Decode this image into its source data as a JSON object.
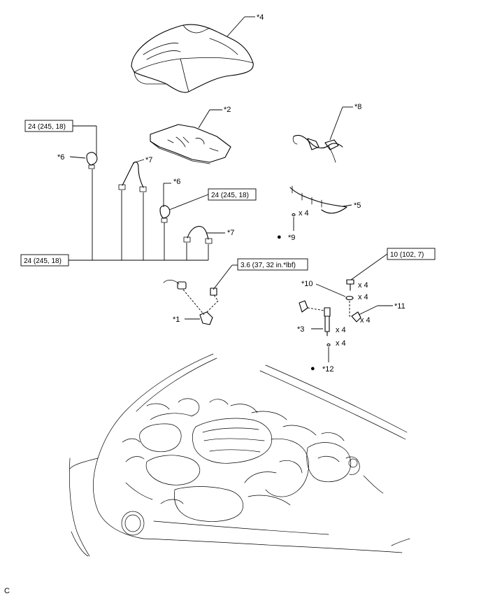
{
  "callouts": {
    "c1": "*1",
    "c2": "*2",
    "c3": "*3",
    "c4": "*4",
    "c5": "*5",
    "c6a": "*6",
    "c6b": "*6",
    "c7a": "*7",
    "c7b": "*7",
    "c8": "*8",
    "c9": "*9",
    "c10": "*10",
    "c11": "*11",
    "c12": "*12"
  },
  "torque": {
    "t1": "24 (245, 18)",
    "t2": "24 (245, 18)",
    "t3": "24 (245, 18)",
    "t4": "3.6 (37, 32 in.*lbf)",
    "t5": "10 (102, 7)"
  },
  "quantities": {
    "q5": "x 4",
    "q10a": "x 4",
    "q10b": "x 4",
    "q11": "x 4",
    "q3": "x 4",
    "q12": "x 4"
  },
  "bullets": {
    "b9": "●",
    "b12": "●"
  },
  "corner_mark": "C"
}
